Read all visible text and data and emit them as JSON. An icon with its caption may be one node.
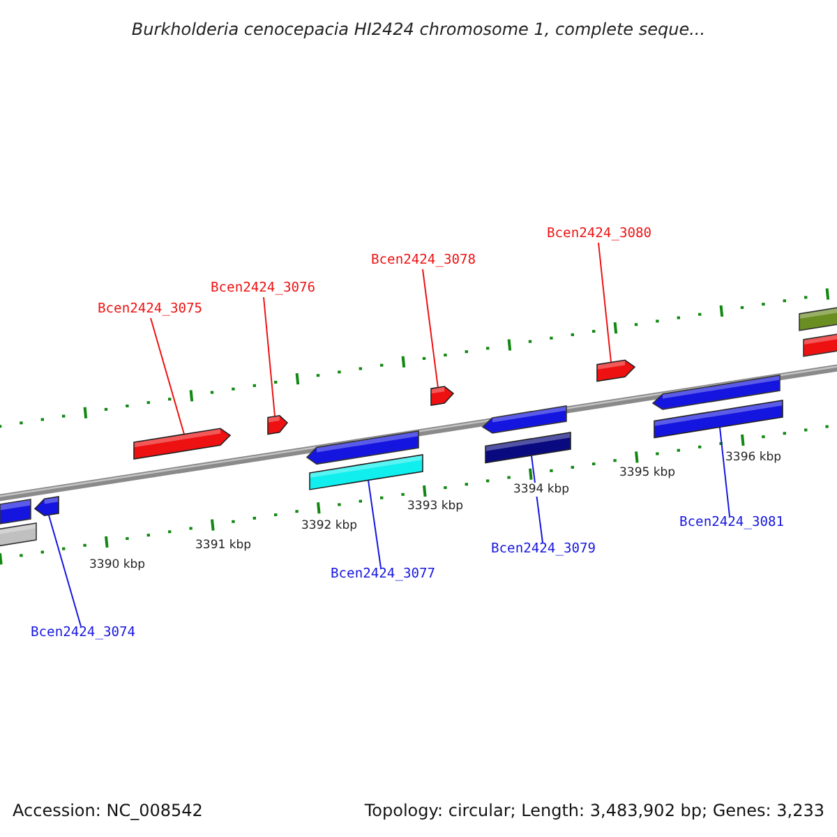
{
  "diagram": {
    "title": "Burkholderia cenocepacia HI2424 chromosome 1, complete seque...",
    "nodes": [
      {
        "text": [
          "Bcen2424_3080"
        ]
      },
      {
        "text": [
          "Bcen2424_3078"
        ]
      },
      {
        "text": [
          "Bcen2424_3076"
        ]
      },
      {
        "text": [
          "Bcen2424_3075"
        ]
      },
      {
        "text": [],
        "shape": "arrow"
      },
      {
        "text": [],
        "shape": "arrow"
      },
      {
        "text": [],
        "shape": "arrow"
      },
      {
        "text": [],
        "shape": "arrow"
      },
      {
        "text": [],
        "shape": "arrow"
      },
      {
        "text": [],
        "shape": "bar"
      },
      {
        "text": [],
        "shape": "bar"
      },
      {
        "text": [],
        "shape": "bar"
      },
      {
        "text": [
          "Bcen2424_3081"
        ]
      },
      {
        "text": [
          "Bcen2424_3079"
        ]
      },
      {
        "text": [
          "Bcen2424_3077"
        ]
      },
      {
        "text": [
          "Bcen2424_3074"
        ]
      }
    ],
    "edges": [
      {
        "from": 0,
        "to": 7,
        "arrow": "none",
        "color": "#ee1111"
      },
      {
        "from": 1,
        "to": 6,
        "arrow": "none",
        "color": "#ee1111"
      },
      {
        "from": 2,
        "to": 5,
        "arrow": "none",
        "color": "#ee1111"
      },
      {
        "from": 3,
        "to": 4,
        "arrow": "none",
        "color": "#ee1111"
      },
      {
        "from": 12,
        "to": 11,
        "arrow": "none",
        "color": "#1515e0"
      },
      {
        "from": 13,
        "to": 10,
        "arrow": "none",
        "color": "#1515e0"
      },
      {
        "from": 14,
        "to": 9,
        "arrow": "none",
        "color": "#1515e0"
      },
      {
        "from": 15,
        "to": 8,
        "arrow": "none",
        "color": "#1515e0"
      }
    ],
    "labels": [
      "3396 kbp",
      "3395 kbp",
      "3394 kbp",
      "3393 kbp",
      "3392 kbp",
      "3391 kbp",
      "3390 kbp",
      "Accession: NC_008542",
      "Topology: circular; Length: 3,483,902 bp; Genes: 3,233"
    ]
  }
}
